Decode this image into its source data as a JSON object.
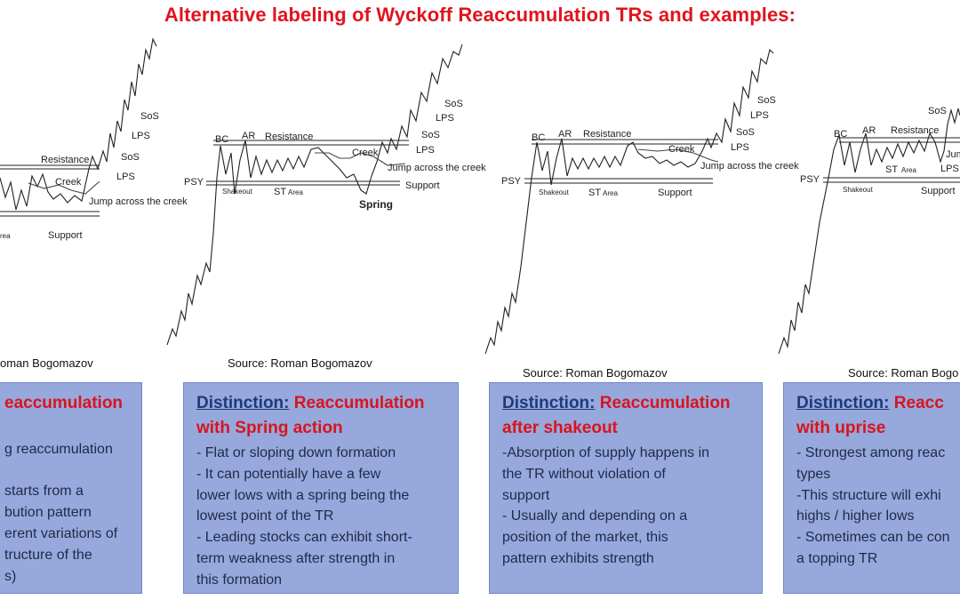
{
  "title": "Alternative labeling of Wyckoff Reaccumulation TRs and examples:",
  "sources": [
    "oman Bogomazov",
    "Source: Roman Bogomazov",
    "Source: Roman Bogomazov",
    "Source: Roman Bogo"
  ],
  "chart_labels": {
    "resistance": "Resistance",
    "creek": "Creek",
    "jump": "Jump across the creek",
    "jump_short": "Jump",
    "support": "Support",
    "sos": "SoS",
    "lps": "LPS",
    "bc": "BC",
    "ar": "AR",
    "psy": "PSY",
    "shakeout": "Shakeout",
    "st": "ST",
    "area": "Area",
    "spring": "Spring",
    "area_partial": "rea"
  },
  "boxes": [
    {
      "key": "",
      "value": "eaccumulation",
      "lines": [
        "",
        "g reaccumulation",
        "",
        " starts from a",
        "bution pattern",
        "erent variations of",
        "tructure of the",
        "s)"
      ]
    },
    {
      "key": "Distinction:",
      "value": "Reaccumulation",
      "value2": "with Spring action",
      "lines": [
        "- Flat or sloping down formation",
        "- It can potentially have a few",
        "lower lows with a spring being the",
        "lowest point of the TR",
        "- Leading stocks can exhibit short-",
        "term weakness after strength in",
        "this formation"
      ]
    },
    {
      "key": "Distinction:",
      "value": "Reaccumulation",
      "value2": "after shakeout",
      "lines": [
        "-Absorption of supply happens in",
        "the TR without violation of",
        "support",
        "- Usually and depending on a",
        "position of the market, this",
        "pattern exhibits strength"
      ]
    },
    {
      "key": "Distinction:",
      "value": "Reacc",
      "value2": "with uprise",
      "lines": [
        "- Strongest among reac",
        "types",
        "-This structure will exhi",
        "highs / higher lows",
        "- Sometimes can be con",
        "a topping TR"
      ]
    }
  ]
}
